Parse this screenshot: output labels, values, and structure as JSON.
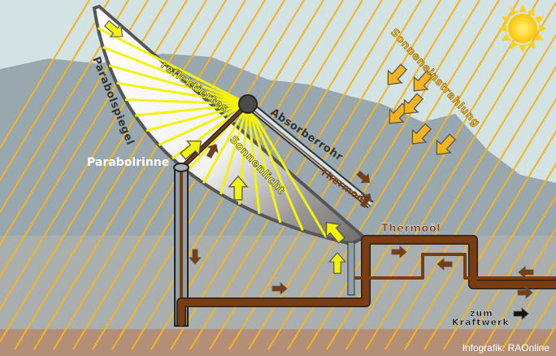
{
  "labels": {
    "parabolspiegel": "Parabolspiegel",
    "reflektiertes": "reflektiertes",
    "sonnenlicht": "Sonnenlicht",
    "absorberrohr": "Absorberrohr",
    "thermooel_tube": "Thermoöl",
    "thermooel_pipe": "Thermoöl",
    "parabolrinne": "Parabolrinne",
    "sonneneinstrahlung": "Sonneneinstrahlung",
    "zum": "zum",
    "kraftwerk": "Kraftwerk"
  },
  "credit": "Infografik: RAOnline",
  "colors": {
    "sky": "#d3e2e2",
    "mountain": "#98a8ae",
    "plain": "#a9aeae",
    "ground": "#b48f78",
    "sunray": "#f6b320",
    "reflected": "#f4f40a",
    "oil": "#7b3c10",
    "sun": "#ffd21a"
  }
}
